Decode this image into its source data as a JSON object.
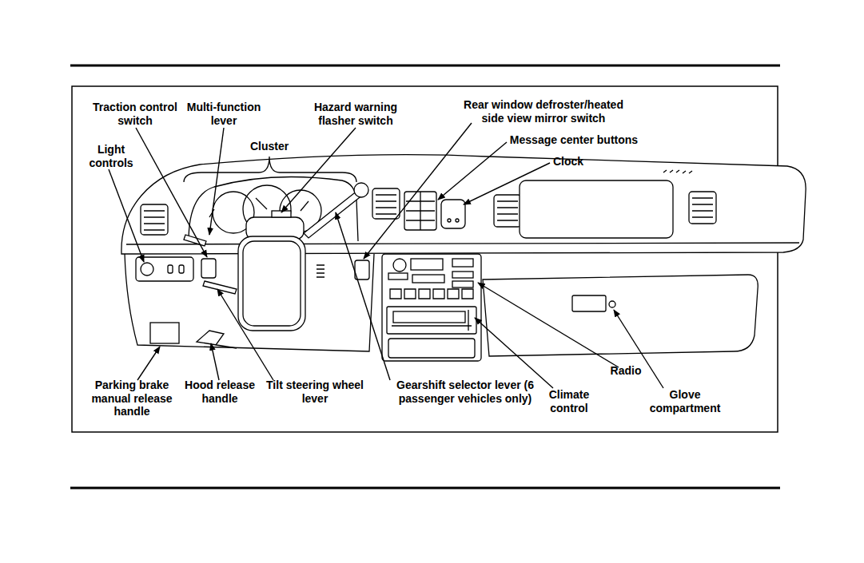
{
  "diagram": {
    "labels": [
      "Traction control switch",
      "Multi-function lever",
      "Hazard warning flasher switch",
      "Rear window defroster/heated side view mirror switch",
      "Message center buttons",
      "Clock",
      "Light controls",
      "Cluster",
      "Parking brake manual release handle",
      "Hood release handle",
      "Tilt steering wheel lever",
      "Gearshift selector lever (6 passenger vehicles only)",
      "Climate control",
      "Radio",
      "Glove compartment"
    ]
  }
}
